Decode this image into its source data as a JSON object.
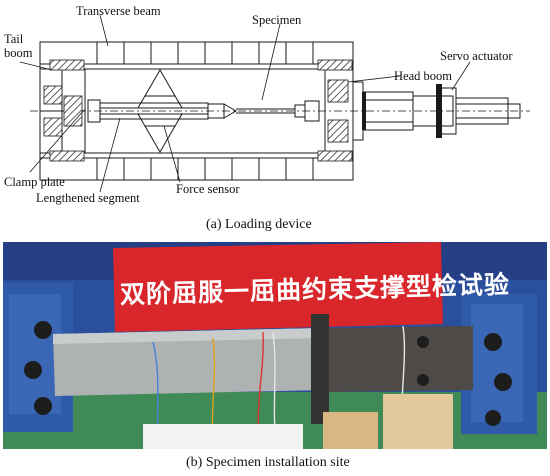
{
  "diagram": {
    "labels": {
      "transverse_beam": "Transverse beam",
      "specimen": "Specimen",
      "tail_boom": "Tail\nboom",
      "servo_actuator": "Servo actuator",
      "head_boom": "Head boom",
      "clamp_plate": "Clamp plate",
      "lengthened_segment": "Lengthened segment",
      "force_sensor": "Force sensor"
    },
    "caption": "(a) Loading device"
  },
  "photo": {
    "banner_text": "双阶屈服一屈曲约束支撑型检试验",
    "caption": "(b) Specimen installation site"
  },
  "colors": {
    "line": "#1a1a1a",
    "hatch": "#333333",
    "banner_red": "#d8262b",
    "wall_blue": "#2a4f9c",
    "floor_green": "#3f8a57",
    "steel_grey": "#aeb2b3"
  }
}
